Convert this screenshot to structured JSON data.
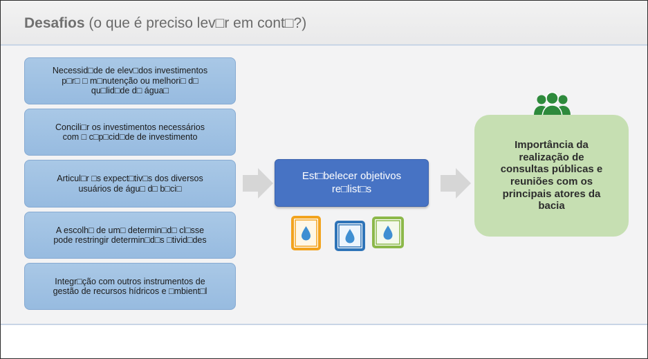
{
  "header": {
    "title_bold": "Desafios",
    "title_rest": " (o que é preciso lev□r em cont□?)"
  },
  "challenges": [
    "Necessid□de de elev□dos investimentos\np□r□ □ m□nutenção ou melhori□ d□\nqu□lid□de d□ água□",
    "Concili□r os investimentos necessários\ncom □ c□p□cid□de de investimento",
    "Articul□r □s expect□tiv□s dos diversos\nusuários de águ□ d□ b□ci□",
    "A escolh□ de um□ determin□d□ cl□sse\npode restringir determin□d□s □tivid□des",
    "Integr□ção com outros instrumentos de\ngestão de recursos hídricos e □mbient□l"
  ],
  "center": {
    "label": "Est□belecer objetivos\nre□list□s"
  },
  "result": {
    "label": "Importância da\nrealização de\nconsultas públicas e\nreuniões com os\nprincipais atores da\nbacia"
  },
  "icons": {
    "people": "people-group-icon",
    "water_frame": "water-drop-frame-icon",
    "arrow": "right-arrow-icon"
  },
  "colors": {
    "challenge_fill": "#a9c8e6",
    "center_fill": "#4773c4",
    "result_fill": "#c6dfb2",
    "people_green": "#2e8a3c",
    "frame_orange": "#f2a31e",
    "frame_blue": "#2f74b8",
    "frame_green": "#8cb84a"
  }
}
